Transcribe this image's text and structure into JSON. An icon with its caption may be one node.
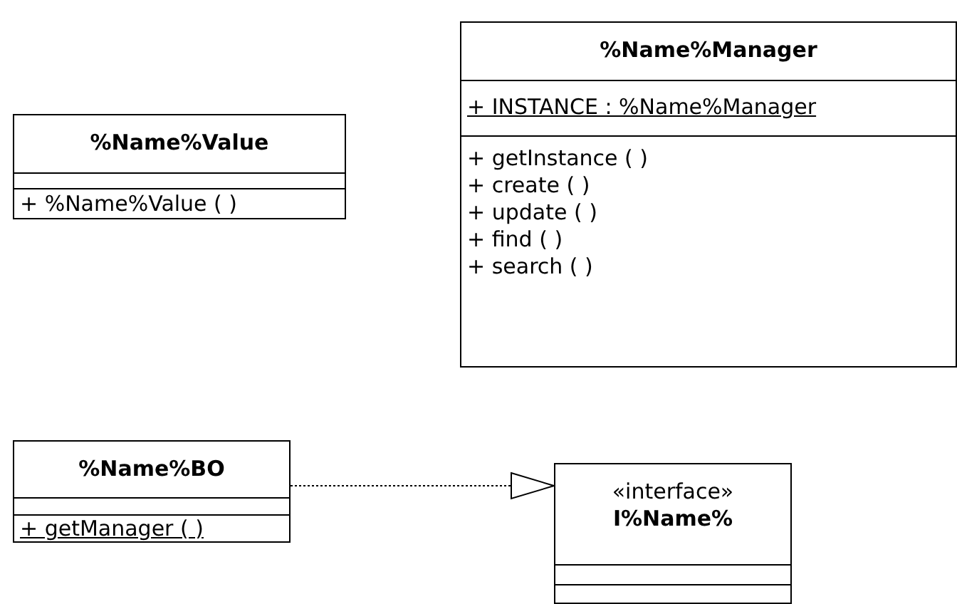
{
  "diagram": {
    "nodes": [
      {
        "text": [
          "%Name%Value"
        ]
      },
      {
        "text": [],
        "shape": "box",
        "in": 0
      },
      {
        "text": [
          "+ %Name%Value ( )"
        ],
        "in": 0
      },
      {
        "text": [
          "%Name%Manager"
        ]
      },
      {
        "text": [
          "+ INSTANCE : %Name%Manager"
        ],
        "in": 3
      },
      {
        "text": [
          "+ getInstance ( )",
          "+ create ( )",
          "+ update ( )",
          "+ find ( )",
          "+ search ( )"
        ],
        "in": 3
      },
      {
        "text": [
          "%Name%BO"
        ]
      },
      {
        "text": [],
        "shape": "box",
        "in": 6
      },
      {
        "text": [
          "+ getManager ( )"
        ],
        "in": 6
      },
      {
        "text": [
          "«interface»",
          "I%Name%"
        ]
      },
      {
        "text": [],
        "shape": "box",
        "in": 9
      },
      {
        "text": [],
        "shape": "box",
        "in": 9
      }
    ],
    "edges": [
      {
        "from": 6,
        "to": 9,
        "arrow": "to",
        "style": "dashed"
      }
    ]
  }
}
